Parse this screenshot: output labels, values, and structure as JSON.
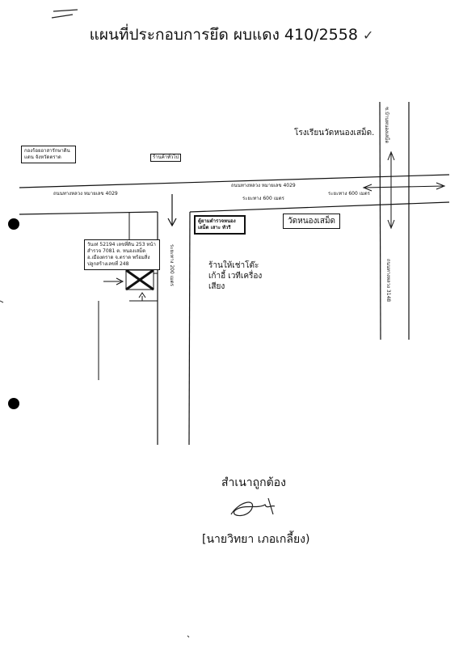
{
  "title": "แผนที่ประกอบการยึด ผบแดง 410/2558",
  "labels": {
    "school": "โรงเรียนวัดหนองเสม็ด.",
    "forestry_unit": "กองร้อยอาสารักษาดินแดน จังหวัดตราด",
    "shop_small": "ร้านค้าทั่วไป",
    "road_4029_left": "ถนนทางหลวง หมายเลข 4029",
    "road_4029_mid": "ถนนทางหลวง หมายเลข 4029",
    "distance_600_a": "ระยะทาง 600 เมตร",
    "distance_600_b": "ระยะทาง 600 เมตร",
    "police_box": "ตู้ยามตำรวจหนองเสม็ด เสาะ ทัวริ",
    "temple": "วัดหนองเสม็ด",
    "shop": "ร้านให้เช่าโต๊ะเก้าอี้ เวทีเครื่องเสียง",
    "house_info": "วันเท่ 52194 เลขที่ดิน 253 หน้าสำรวจ 7081 ต. หนองเสม็ด อ.เมืองตราด จ.ตราด พร้อมสิ่งปลูกสร้างเลขที่ 248",
    "road_148": "ถนนทางหลวง 3148",
    "distance_vertical": "ระยะทาง 200 เมตร",
    "top_road_label": "ซ.บ้านหนองเสม็ด"
  },
  "certification": {
    "certified": "สำเนาถูกต้อง",
    "name": "[นายวิทยา เภอเกลี้ยง)"
  }
}
